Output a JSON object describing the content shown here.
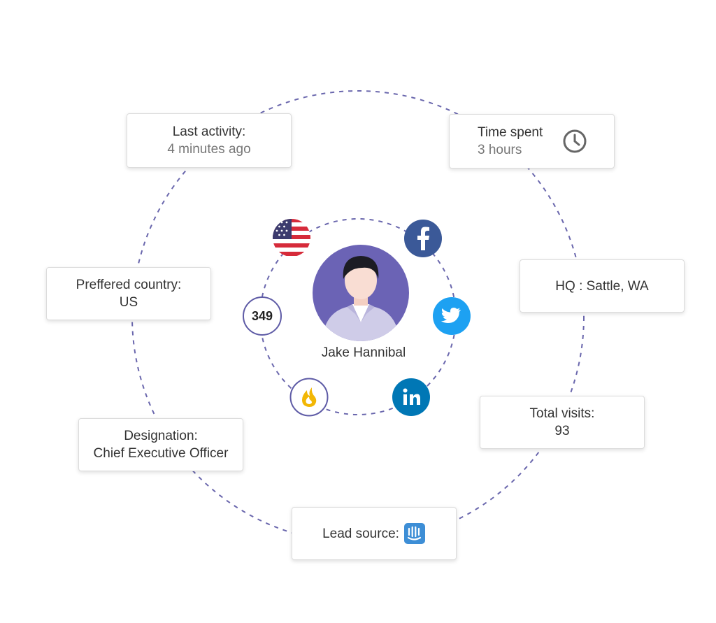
{
  "profile": {
    "name": "Jake Hannibal",
    "score": "349"
  },
  "cards": {
    "last_activity": {
      "label": "Last activity:",
      "value": "4 minutes ago"
    },
    "time_spent": {
      "label": "Time spent",
      "value": "3 hours",
      "icon": "clock-icon"
    },
    "hq": {
      "text": "HQ : Sattle, WA"
    },
    "preferred_country": {
      "label": "Preffered country:",
      "value": "US"
    },
    "total_visits": {
      "label": "Total visits:",
      "value": "93"
    },
    "designation": {
      "label": "Designation:",
      "value": "Chief Executive Officer"
    },
    "lead_source": {
      "label": "Lead source:",
      "icon": "intercom-icon"
    }
  },
  "icons": {
    "flag": "us-flag-icon",
    "facebook": "facebook-icon",
    "twitter": "twitter-icon",
    "linkedin": "linkedin-icon",
    "hotness": "flame-icon"
  },
  "colors": {
    "ring": "#6a67ad",
    "avatar_bg": "#6b63b5",
    "facebook": "#3b5998",
    "twitter": "#1da1f2",
    "linkedin": "#0077b5",
    "flame": "#f2b705",
    "intercom": "#3d8ed6",
    "clock": "#666666"
  }
}
